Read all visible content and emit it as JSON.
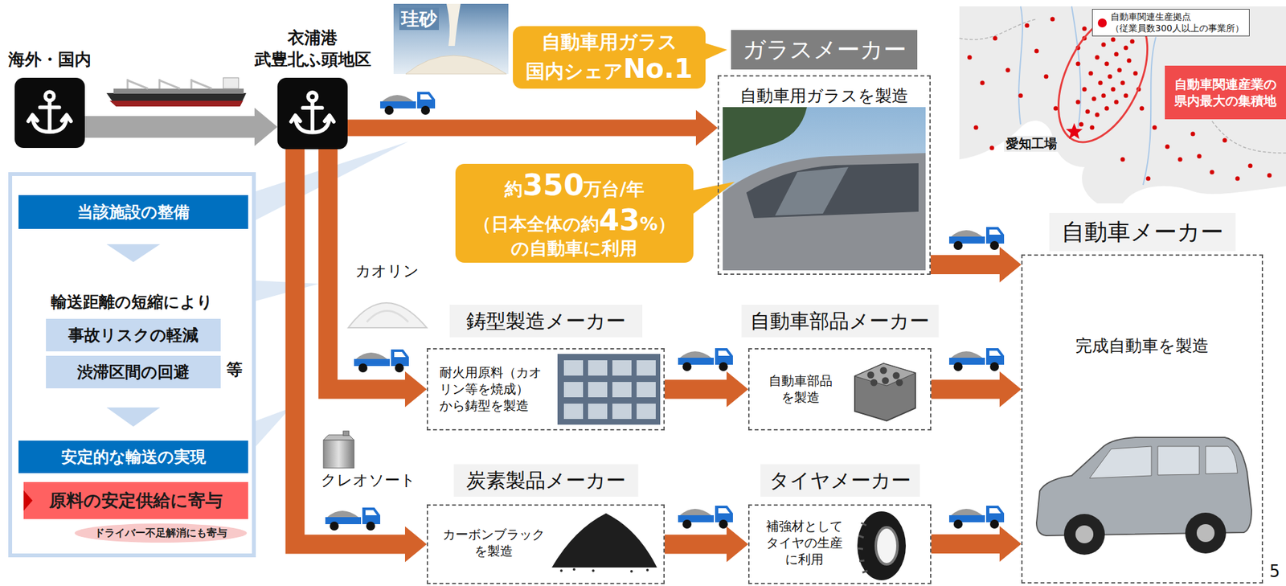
{
  "diagram": {
    "nodes": [
      {
        "text": [
          "海外・国内"
        ]
      },
      {
        "text": [
          "衣浦港 武豊北ふ頭地区"
        ]
      },
      {
        "text": [
          "自動車用ガラス 国内シェアNo.1"
        ]
      },
      {
        "text": [
          "ガラスメーカー",
          "自動車用ガラスを製造"
        ]
      },
      {
        "text": [
          "自動車関連産業の 県内最大の集積地"
        ]
      },
      {
        "text": [
          "輸送距離の短縮により",
          "等"
        ]
      },
      {
        "text": [
          "当該施設の整備"
        ],
        "in": 5
      },
      {
        "text": [
          "事故リスクの軽減"
        ],
        "in": 5
      },
      {
        "text": [
          "渋滞区間の回避"
        ],
        "in": 5
      },
      {
        "text": [
          "安定的な輸送の実現"
        ],
        "in": 5
      },
      {
        "text": [
          "原料の安定供給に寄与"
        ],
        "in": 5
      },
      {
        "text": [
          "ドライバー不足解消にも寄与"
        ],
        "in": 5
      },
      {
        "text": [
          "約350万台/年 （日本全体の約43%） の自動車に利用"
        ]
      },
      {
        "text": [
          "自動車メーカー",
          "完成自動車を製造"
        ]
      },
      {
        "text": [
          "鋳型製造メーカー",
          "耐火用原料（カオ リン等を焼成） から鋳型を製造"
        ]
      },
      {
        "text": [
          "自動車部品メーカー",
          "自動車部品 を製造"
        ]
      },
      {
        "text": [
          "炭素製品メーカー",
          "カーボンブラック を製造"
        ]
      },
      {
        "text": [
          "タイヤメーカー",
          "補強材として タイヤの生産 に利用"
        ]
      }
    ],
    "edges": [
      {
        "from": 0,
        "to": 1,
        "arrow": "to"
      },
      {
        "from": 1,
        "to": 3,
        "arrow": "to"
      },
      {
        "from": 1,
        "to": 14,
        "arrow": "to"
      },
      {
        "from": 1,
        "to": 16,
        "arrow": "to"
      },
      {
        "from": 3,
        "to": 13,
        "arrow": "to"
      },
      {
        "from": 14,
        "to": 15,
        "arrow": "to"
      },
      {
        "from": 15,
        "to": 13,
        "arrow": "to"
      },
      {
        "from": 16,
        "to": 17,
        "arrow": "to"
      },
      {
        "from": 17,
        "to": 13,
        "arrow": "to"
      }
    ],
    "labels": [
      "珪砂",
      "カオリン",
      "クレオソート",
      "愛知工場",
      "5"
    ],
    "legend": [
      {
        "text": "自動車関連生産拠点 （従業員数300人以上の事業所）",
        "color": "#e60012"
      }
    ]
  }
}
